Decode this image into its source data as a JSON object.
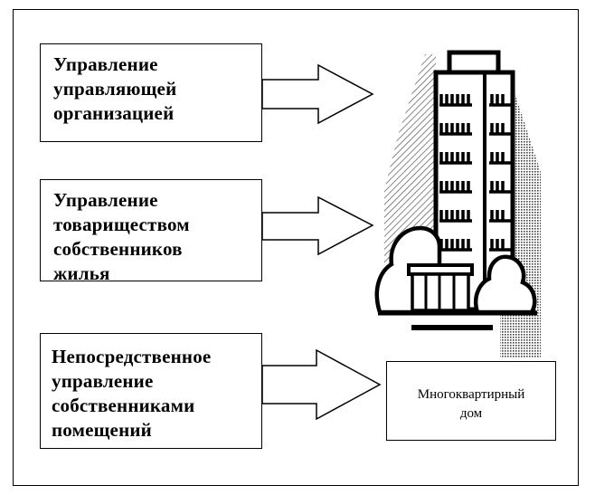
{
  "management_forms": [
    {
      "label": "Управление\nуправляющей\nорганизацией"
    },
    {
      "label": "Управление\nтовариществом\nсобственников\nжилья"
    },
    {
      "label": "Непосредственное\nуправление\nсобственниками\nпомещений"
    }
  ],
  "target": {
    "label": "Многоквартирный\nдом"
  }
}
